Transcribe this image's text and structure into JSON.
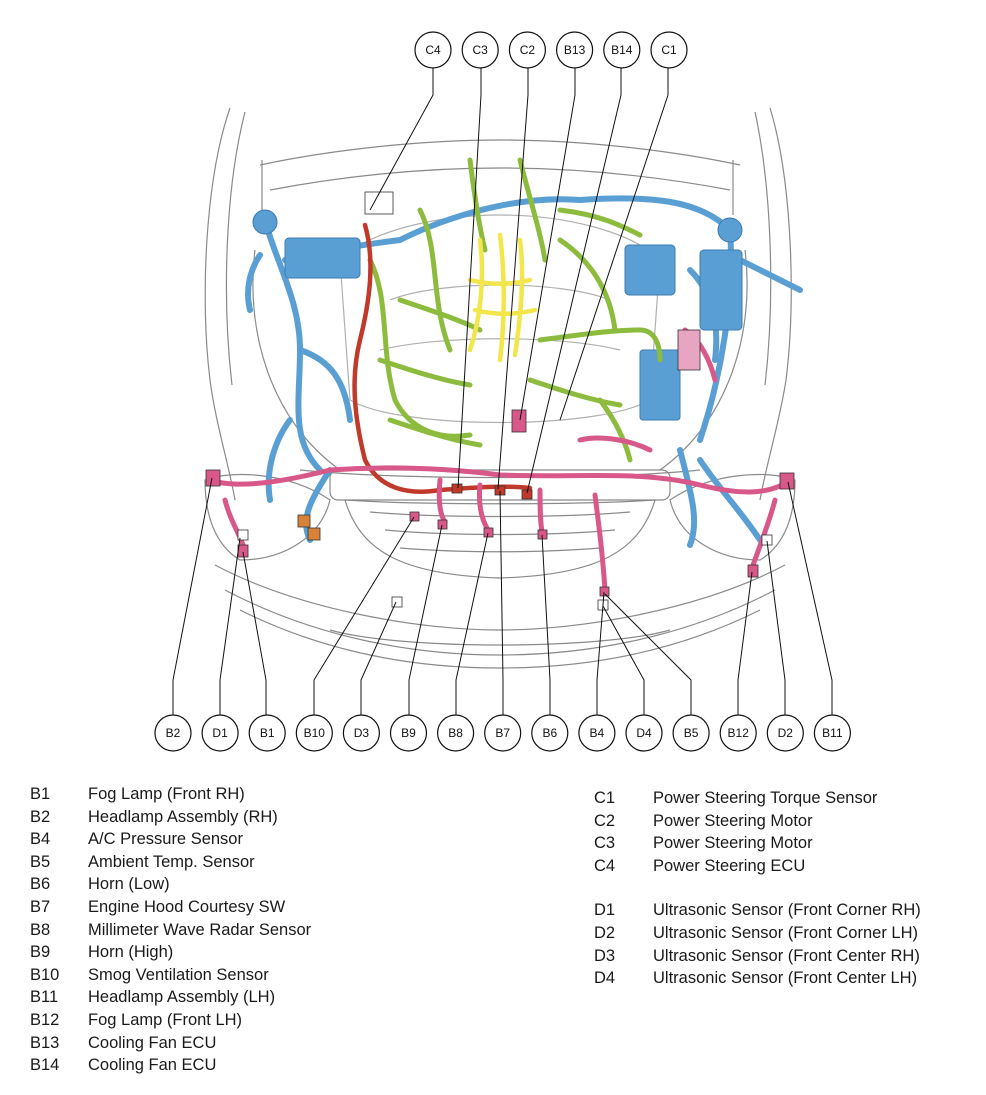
{
  "callouts_top": [
    {
      "code": "C4"
    },
    {
      "code": "C3"
    },
    {
      "code": "C2"
    },
    {
      "code": "B13"
    },
    {
      "code": "B14"
    },
    {
      "code": "C1"
    }
  ],
  "callouts_bottom": [
    {
      "code": "B2"
    },
    {
      "code": "D1"
    },
    {
      "code": "B1"
    },
    {
      "code": "B10"
    },
    {
      "code": "D3"
    },
    {
      "code": "B9"
    },
    {
      "code": "B8"
    },
    {
      "code": "B7"
    },
    {
      "code": "B6"
    },
    {
      "code": "B4"
    },
    {
      "code": "D4"
    },
    {
      "code": "B5"
    },
    {
      "code": "B12"
    },
    {
      "code": "D2"
    },
    {
      "code": "B11"
    }
  ],
  "legend_left": [
    {
      "code": "B1",
      "label": "Fog Lamp (Front RH)"
    },
    {
      "code": "B2",
      "label": "Headlamp Assembly (RH)"
    },
    {
      "code": "B4",
      "label": "A/C Pressure Sensor"
    },
    {
      "code": "B5",
      "label": "Ambient Temp. Sensor"
    },
    {
      "code": "B6",
      "label": "Horn (Low)"
    },
    {
      "code": "B7",
      "label": "Engine Hood Courtesy SW"
    },
    {
      "code": "B8",
      "label": "Millimeter Wave Radar Sensor"
    },
    {
      "code": "B9",
      "label": "Horn (High)"
    },
    {
      "code": "B10",
      "label": "Smog Ventilation Sensor"
    },
    {
      "code": "B11",
      "label": "Headlamp Assembly (LH)"
    },
    {
      "code": "B12",
      "label": "Fog Lamp (Front LH)"
    },
    {
      "code": "B13",
      "label": "Cooling Fan ECU"
    },
    {
      "code": "B14",
      "label": "Cooling Fan ECU"
    }
  ],
  "legend_right_c": [
    {
      "code": "C1",
      "label": "Power Steering Torque Sensor"
    },
    {
      "code": "C2",
      "label": "Power Steering Motor"
    },
    {
      "code": "C3",
      "label": "Power Steering Motor"
    },
    {
      "code": "C4",
      "label": "Power Steering ECU"
    }
  ],
  "legend_right_d": [
    {
      "code": "D1",
      "label": "Ultrasonic Sensor (Front Corner RH)"
    },
    {
      "code": "D2",
      "label": "Ultrasonic Sensor (Front Corner LH)"
    },
    {
      "code": "D3",
      "label": "Ultrasonic Sensor (Front Center RH)"
    },
    {
      "code": "D4",
      "label": "Ultrasonic Sensor (Front Center LH)"
    }
  ],
  "colors": {
    "harness_blue": "#5a9fd4",
    "harness_green": "#8dbb3e",
    "harness_yellow": "#f2e64a",
    "harness_pink": "#d9588a",
    "harness_red": "#c0392b",
    "outline": "#8a8a8a"
  }
}
